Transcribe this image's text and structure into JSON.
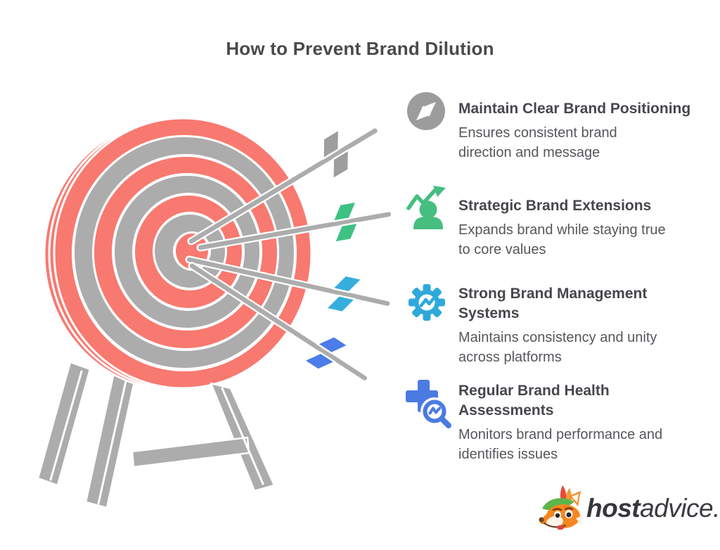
{
  "title": "How to Prevent Brand Dilution",
  "items": [
    {
      "icon": "compass-icon",
      "heading": "Maintain Clear Brand Positioning",
      "body": "Ensures consistent brand\ndirection and message",
      "accent": "#9c9c9c"
    },
    {
      "icon": "growth-person-icon",
      "heading": "Strategic Brand Extensions",
      "body": "Expands brand while staying true\nto core values",
      "accent": "#45be7f"
    },
    {
      "icon": "gear-chart-icon",
      "heading": "Strong Brand Management\nSystems",
      "body": "Maintains consistency and unity\nacross platforms",
      "accent": "#2fa9db"
    },
    {
      "icon": "health-check-icon",
      "heading": "Regular Brand Health\nAssessments",
      "body": "Monitors brand performance and\nidentifies issues",
      "accent": "#4b7be2"
    }
  ],
  "illustration": {
    "name": "archery-target-with-arrows",
    "target_red": "#f87970",
    "target_gray": "#acacac",
    "arrow_fletch_colors": [
      "#9e9e9e",
      "#3fc183",
      "#35aedc",
      "#4b7ce8"
    ]
  },
  "logo": {
    "brand_bold": "host",
    "brand_regular": "advice.",
    "mascot": "fox-mascot"
  }
}
